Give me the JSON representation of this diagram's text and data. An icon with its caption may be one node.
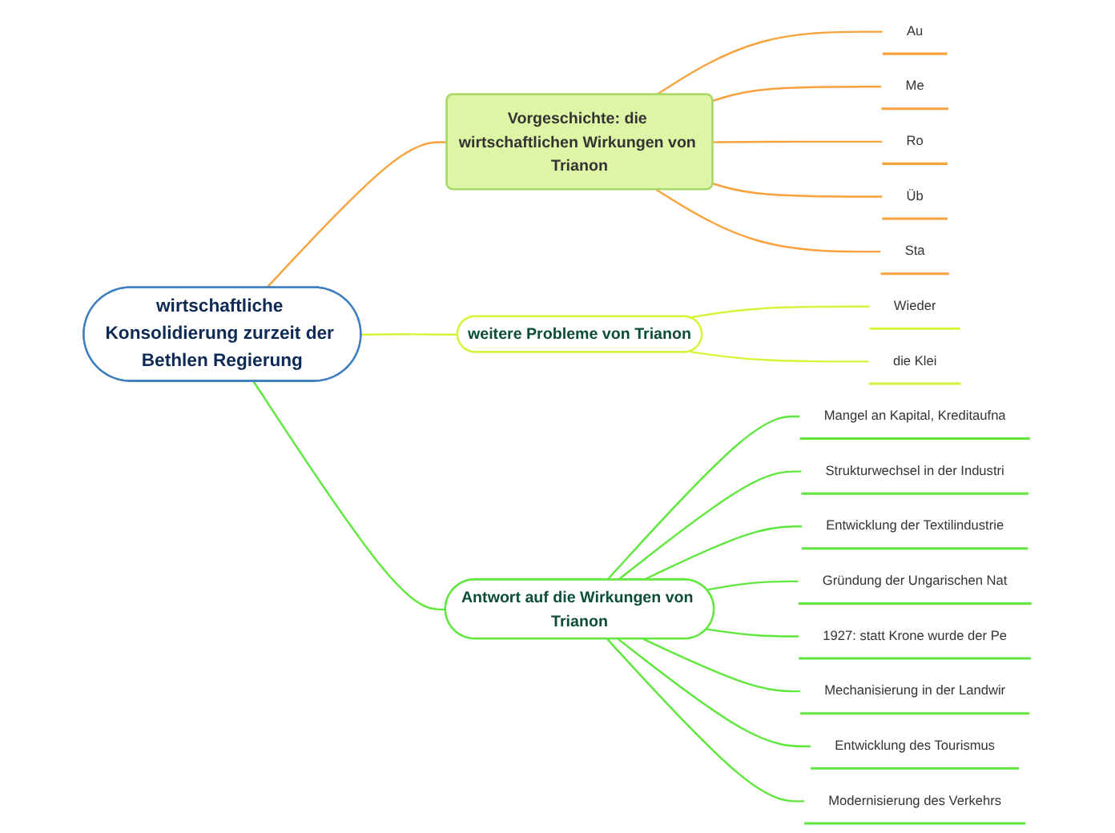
{
  "diagram": {
    "nodes": [
      {
        "text": [
          "wirtschaftliche Konsolidierung zurzeit der Bethlen Regierung"
        ]
      },
      {
        "text": [
          "Vorgeschichte: die wirtschaftlichen Wirkungen von Trianon"
        ]
      },
      {
        "text": [
          "Au"
        ]
      },
      {
        "text": [
          "Me"
        ]
      },
      {
        "text": [
          "Ro"
        ]
      },
      {
        "text": [
          "Üb"
        ]
      },
      {
        "text": [
          "Sta"
        ]
      },
      {
        "text": [
          "weitere Probleme von Trianon"
        ]
      },
      {
        "text": [
          "Wieder"
        ]
      },
      {
        "text": [
          "die Klei"
        ]
      },
      {
        "text": [
          "Antwort auf die Wirkungen von Trianon"
        ]
      },
      {
        "text": [
          "Mangel an Kapital, Kreditaufna"
        ]
      },
      {
        "text": [
          "Strukturwechsel in der Industri"
        ]
      },
      {
        "text": [
          "Entwicklung der Textilindustrie"
        ]
      },
      {
        "text": [
          "Gründung der Ungarischen Nat"
        ]
      },
      {
        "text": [
          "1927: statt Krone wurde der Pe"
        ]
      },
      {
        "text": [
          "Mechanisierung in der Landwir"
        ]
      },
      {
        "text": [
          "Entwicklung des Tourismus"
        ]
      },
      {
        "text": [
          "Modernisierung des Verkehrs"
        ]
      }
    ],
    "edges": [
      {
        "from": 0,
        "to": 1,
        "arrow": "none",
        "color": "#f9a23b"
      },
      {
        "from": 1,
        "to": 2,
        "arrow": "none",
        "color": "#f9a23b"
      },
      {
        "from": 1,
        "to": 3,
        "arrow": "none",
        "color": "#f9a23b"
      },
      {
        "from": 1,
        "to": 4,
        "arrow": "none",
        "color": "#f9a23b"
      },
      {
        "from": 1,
        "to": 5,
        "arrow": "none",
        "color": "#f9a23b"
      },
      {
        "from": 1,
        "to": 6,
        "arrow": "none",
        "color": "#f9a23b"
      },
      {
        "from": 0,
        "to": 7,
        "arrow": "none",
        "color": "#d4f53a"
      },
      {
        "from": 7,
        "to": 8,
        "arrow": "none",
        "color": "#d4f53a"
      },
      {
        "from": 7,
        "to": 9,
        "arrow": "none",
        "color": "#d4f53a"
      },
      {
        "from": 0,
        "to": 10,
        "arrow": "none"
      },
      {
        "from": 10,
        "to": 11,
        "arrow": "none"
      },
      {
        "from": 10,
        "to": 12,
        "arrow": "none"
      },
      {
        "from": 10,
        "to": 13,
        "arrow": "none"
      },
      {
        "from": 10,
        "to": 14,
        "arrow": "none"
      },
      {
        "from": 10,
        "to": 15,
        "arrow": "none"
      },
      {
        "from": 10,
        "to": 16,
        "arrow": "none"
      },
      {
        "from": 10,
        "to": 17,
        "arrow": "none"
      },
      {
        "from": 10,
        "to": 18,
        "arrow": "none"
      }
    ]
  }
}
